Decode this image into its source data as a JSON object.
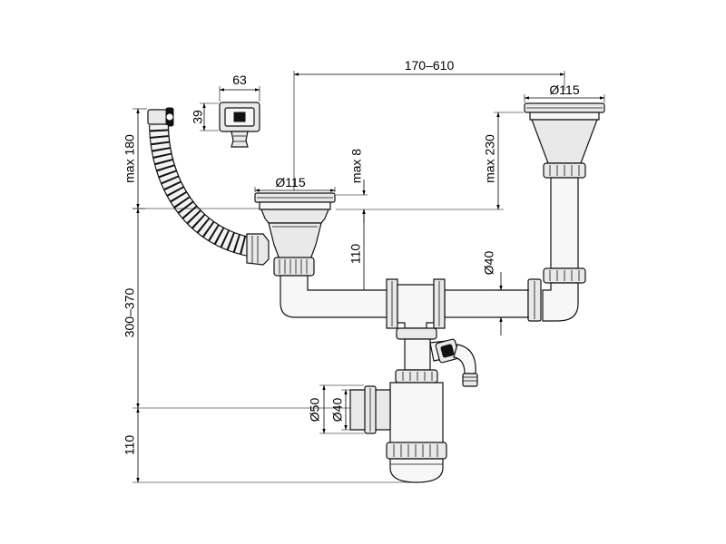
{
  "diagram": {
    "dimensions": {
      "overflow_width": "63",
      "overflow_height": "39",
      "hose_max": "max 180",
      "left_strainer_dia": "Ø115",
      "left_strainer_offset": "max 8",
      "bowl_spacing": "170–610",
      "right_strainer_dia": "Ø115",
      "right_strainer_height": "max 230",
      "tailpiece_height": "110",
      "pipe_dia": "Ø40",
      "trap_height": "300–370",
      "outlet_dia_50": "Ø50",
      "outlet_dia_40": "Ø40",
      "bottom_height": "110"
    }
  }
}
